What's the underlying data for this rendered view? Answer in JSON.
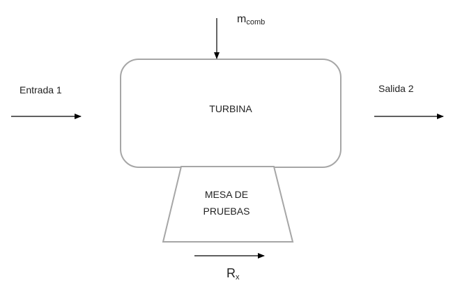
{
  "inlet": {
    "label": "Entrada 1"
  },
  "outlet": {
    "label": "Salida 2"
  },
  "fuel": {
    "symbol": "m",
    "subscript": "comb"
  },
  "turbine": {
    "label": "TURBINA"
  },
  "test_bench": {
    "line1": "MESA DE",
    "line2": "PRUEBAS"
  },
  "reaction": {
    "symbol": "R",
    "subscript": "x"
  },
  "colors": {
    "shape_stroke": "#a6a6a6",
    "arrow": "#000000"
  }
}
